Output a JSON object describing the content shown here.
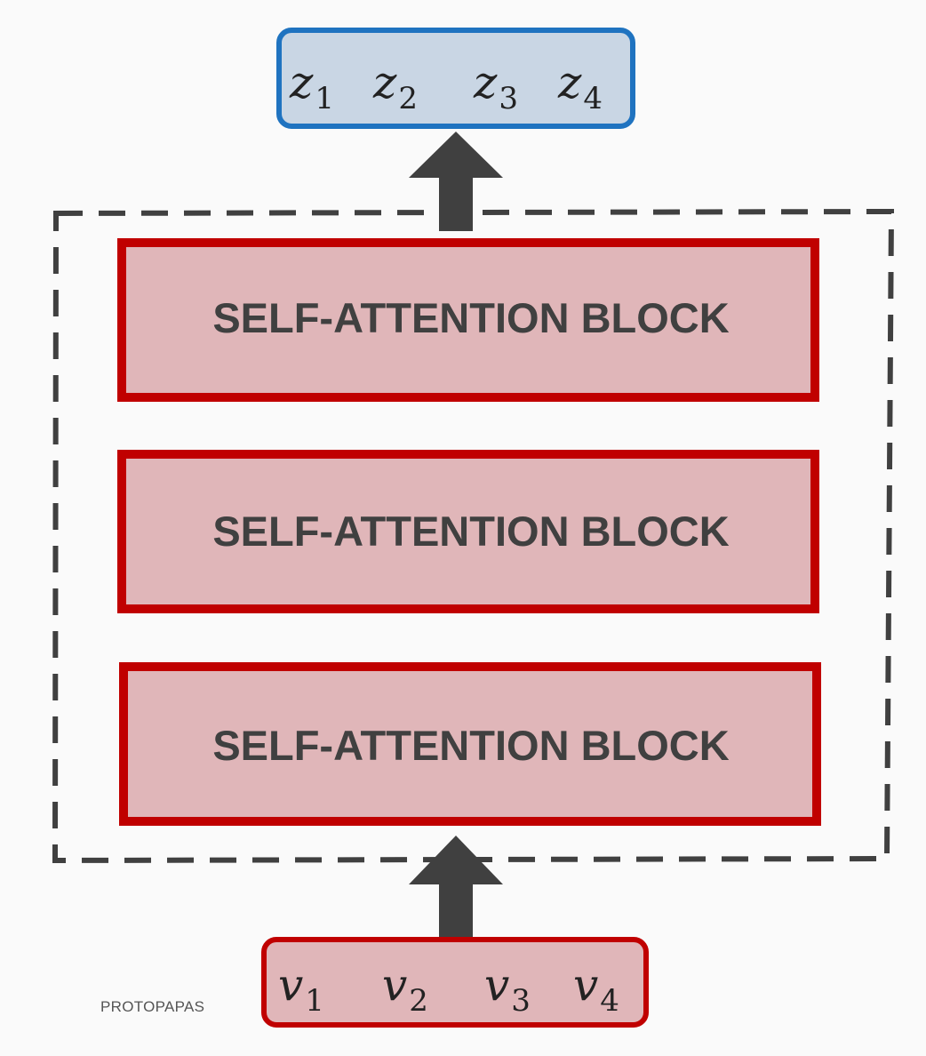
{
  "output": {
    "tokens": [
      {
        "var": "z",
        "sub": "1"
      },
      {
        "var": "z",
        "sub": "2"
      },
      {
        "var": "z",
        "sub": "3"
      },
      {
        "var": "z",
        "sub": "4"
      }
    ]
  },
  "blocks": [
    {
      "label": "SELF-ATTENTION BLOCK"
    },
    {
      "label": "SELF-ATTENTION BLOCK"
    },
    {
      "label": "SELF-ATTENTION BLOCK"
    }
  ],
  "input": {
    "tokens": [
      {
        "var": "v",
        "sub": "1"
      },
      {
        "var": "v",
        "sub": "2"
      },
      {
        "var": "v",
        "sub": "3"
      },
      {
        "var": "v",
        "sub": "4"
      }
    ]
  },
  "footer": {
    "author": "PROTOPAPAS"
  },
  "colors": {
    "output_fill": "#c9d6e4",
    "output_stroke": "#1f73c0",
    "block_fill": "#e0b6b9",
    "block_stroke": "#c00000",
    "arrow": "#404040",
    "dashed_border": "#404040",
    "text": "#404040"
  }
}
